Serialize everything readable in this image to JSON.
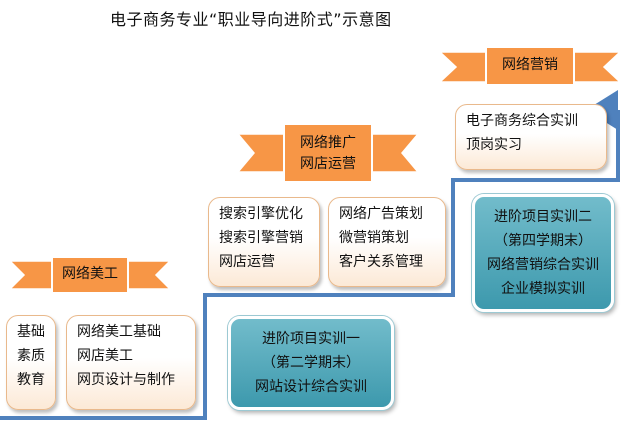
{
  "title": "电子商务专业“职业导向进阶式”示意图",
  "colors": {
    "ribbon_fill": "#f79646",
    "ribbon_border": "#ffffff",
    "card_border": "#e9b98c",
    "blue_fill": "#4aa3b7",
    "stairs_line": "#4f81bd"
  },
  "stage1": {
    "ribbon": [
      "网络美工"
    ],
    "card_left": [
      "基础",
      "素质",
      "教育"
    ],
    "card_right": [
      "网络美工基础",
      "网店美工",
      "网页设计与制作"
    ]
  },
  "stage2": {
    "ribbon": [
      "网络推广",
      "网店运营"
    ],
    "card_left": [
      "搜索引擎优化",
      "搜索引擎营销",
      "网店运营"
    ],
    "card_right": [
      "网络广告策划",
      "微营销策划",
      "客户关系管理"
    ],
    "project": [
      "进阶项目实训一",
      "（第二学期末）",
      "网站设计综合实训"
    ]
  },
  "stage3": {
    "ribbon": [
      "网络营销"
    ],
    "card": [
      "电子商务综合实训",
      "顶岗实习"
    ],
    "project": [
      "进阶项目实训二",
      "（第四学期末）",
      "网络营销综合实训",
      "企业模拟实训"
    ]
  }
}
